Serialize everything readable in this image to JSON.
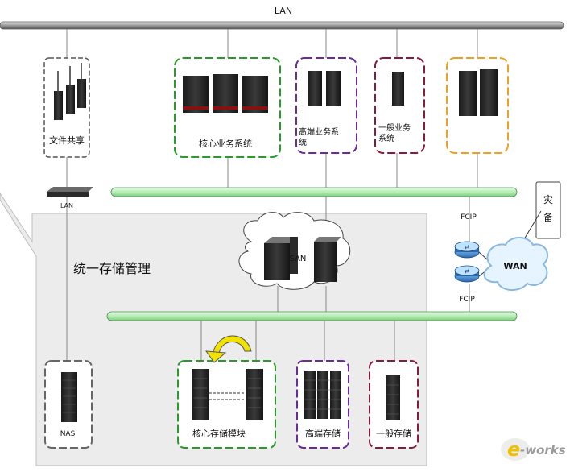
{
  "labels": {
    "lan_top": "LAN",
    "lan_switch": "LAN",
    "file_share": "文件共享",
    "core_business": "核心业务系统",
    "highend_business_1": "高端业务系",
    "highend_business_2": "统",
    "general_business_1": "一般业务",
    "general_business_2": "系统",
    "unified_storage_mgmt": "统一存储管理",
    "san": "SAN",
    "fcip_top": "FCIP",
    "fcip_bottom": "FCIP",
    "wan": "WAN",
    "backup_1": "灾",
    "backup_2": "备",
    "nas": "NAS",
    "core_storage": "核心存储模块",
    "highend_storage": "高端存储",
    "general_storage": "一般存储",
    "watermark_e": "e",
    "watermark_rest": "-works"
  },
  "colors": {
    "core_green": "#2a9a2a",
    "highend_purple": "#6a2a9a",
    "general_maroon": "#8a1a3a",
    "orange": "#f0a020",
    "gray_box": "#666666",
    "bus_green": "#c8f0c8",
    "panel_gray": "#ececec",
    "arrow_yellow": "#f2e200"
  }
}
